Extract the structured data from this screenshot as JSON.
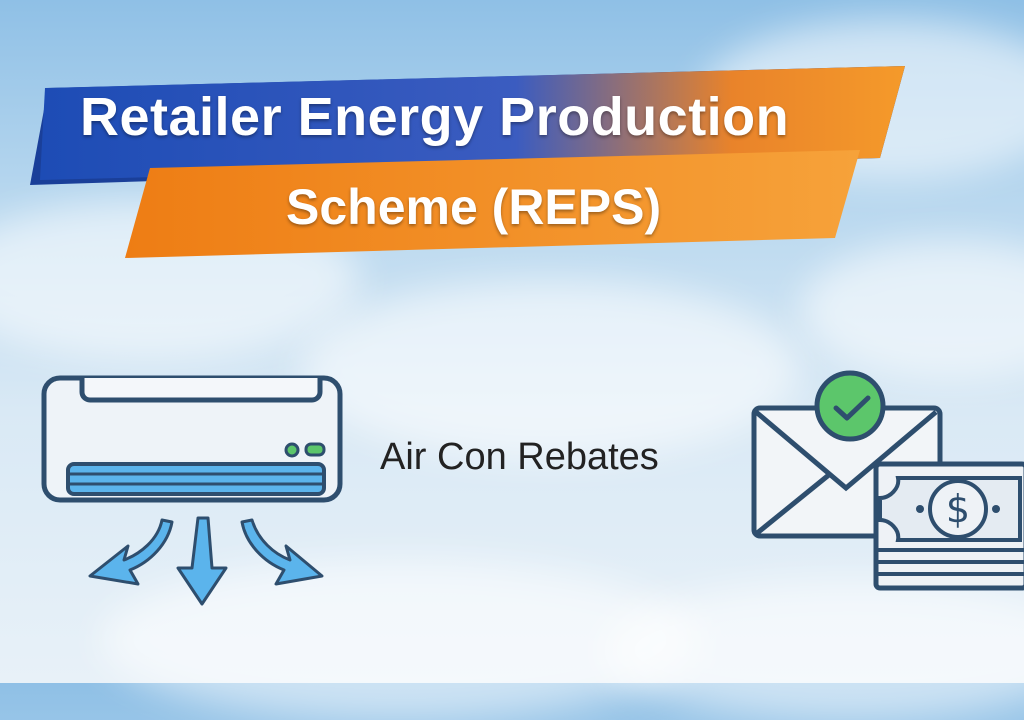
{
  "banner": {
    "line1": "Retailer Energy Production",
    "line2": "Scheme (REPS)"
  },
  "feature_label": "Air Con Rebates",
  "colors": {
    "banner_blue": "#1f4fb8",
    "banner_orange": "#f08a1c",
    "icon_outline": "#2e4e6e",
    "vent_blue": "#5bb4ec",
    "check_green": "#5cc66b"
  }
}
